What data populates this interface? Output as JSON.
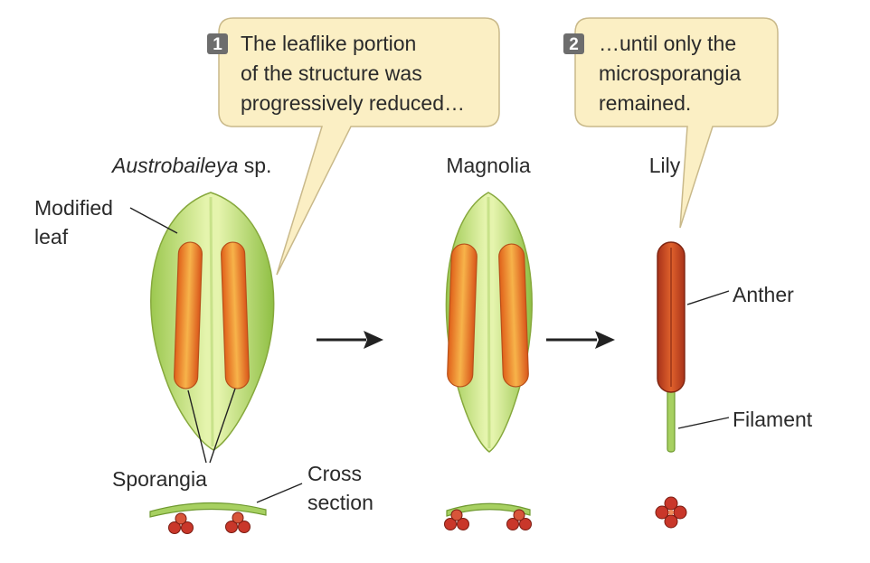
{
  "callouts": [
    {
      "number": "1",
      "lines": [
        "The leaflike portion",
        "of the structure was",
        "progressively reduced…"
      ]
    },
    {
      "number": "2",
      "lines": [
        "…until only the",
        "microsporangia",
        "remained."
      ]
    }
  ],
  "stages": {
    "austrobaileya": {
      "title_italic": "Austrobaileya",
      "title_rest": " sp."
    },
    "magnolia": {
      "title": "Magnolia"
    },
    "lily": {
      "title": "Lily"
    }
  },
  "labels": {
    "modified_leaf_line1": "Modified",
    "modified_leaf_line2": "leaf",
    "sporangia": "Sporangia",
    "cross_section_line1": "Cross",
    "cross_section_line2": "section",
    "anther": "Anther",
    "filament": "Filament"
  },
  "colors": {
    "callout_fill": "#fbefc4",
    "callout_stroke": "#c9b98a",
    "badge": "#6d6d6d",
    "leaf_green": "#b4d96a",
    "leaf_light": "#e3f3a8",
    "leaf_edge": "#86a83c",
    "sporangium_orange": "#e36a1f",
    "sporangium_light": "#f6b04a",
    "anther_red": "#c6401c",
    "section_red": "#c9372a"
  }
}
